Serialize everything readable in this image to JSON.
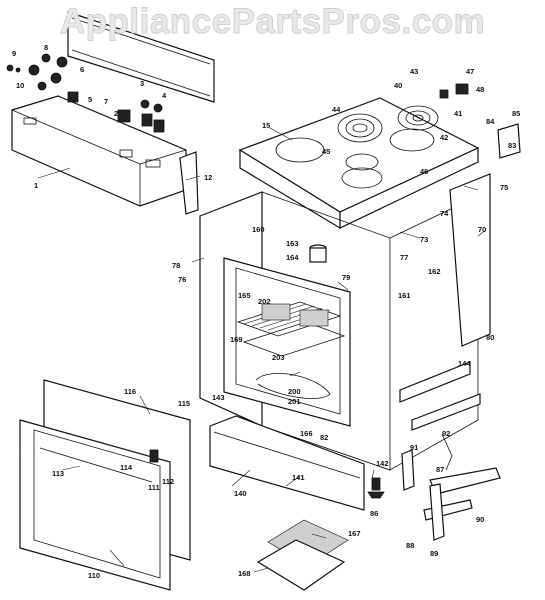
{
  "watermark": "AppliancePartsPros.com",
  "callouts": [
    "1",
    "2",
    "3",
    "4",
    "5",
    "6",
    "7",
    "8",
    "9",
    "10",
    "12",
    "15",
    "40",
    "41",
    "42",
    "43",
    "44",
    "45",
    "46",
    "47",
    "48",
    "70",
    "73",
    "74",
    "75",
    "76",
    "77",
    "78",
    "79",
    "80",
    "82",
    "83",
    "84",
    "85",
    "86",
    "87",
    "88",
    "89",
    "90",
    "91",
    "92",
    "110",
    "111",
    "112",
    "113",
    "114",
    "115",
    "116",
    "140",
    "141",
    "142",
    "143",
    "144",
    "160",
    "161",
    "162",
    "163",
    "164",
    "165",
    "166",
    "167",
    "168",
    "169",
    "200",
    "201",
    "202",
    "203"
  ],
  "colors": {
    "ink": "#111111",
    "paper": "#ffffff",
    "watermark": "#e9e9e9"
  }
}
